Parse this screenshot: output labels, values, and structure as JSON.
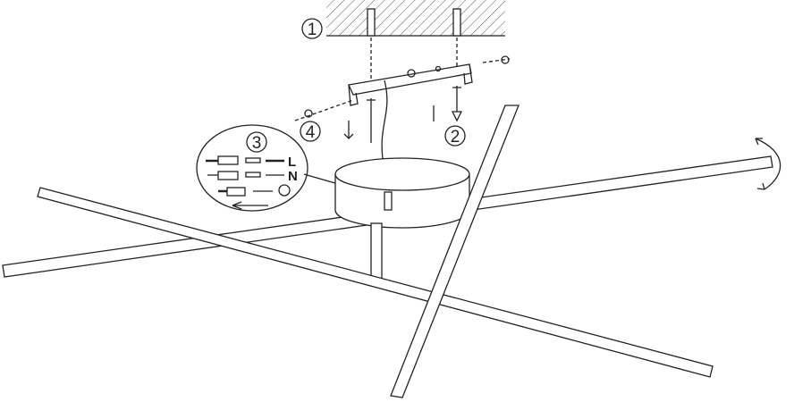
{
  "steps": [
    {
      "number": "1"
    },
    {
      "number": "2"
    },
    {
      "number": "3"
    },
    {
      "number": "4"
    }
  ],
  "wiring": {
    "live_label": "L",
    "neutral_label": "N",
    "earth_icon": "ground-symbol-icon"
  },
  "colors": {
    "line": "#222222",
    "background": "#ffffff"
  }
}
